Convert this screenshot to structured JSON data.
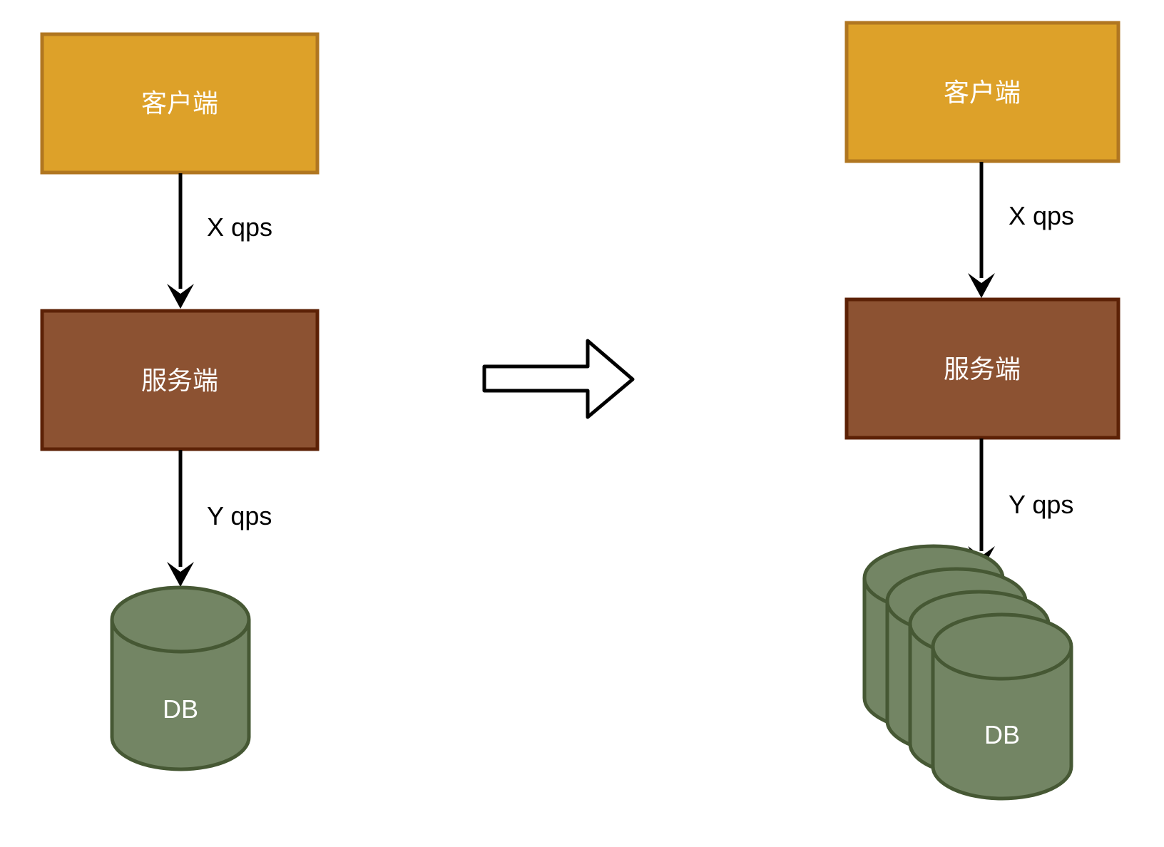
{
  "colors": {
    "client_fill": "#DDA129",
    "client_stroke": "#B07620",
    "server_fill": "#8C5232",
    "server_stroke": "#5C2106",
    "db_fill": "#738564",
    "db_stroke": "#465834",
    "edge": "#000000",
    "text_on_shape": "#ffffff"
  },
  "left": {
    "client_label": "客户端",
    "server_label": "服务端",
    "db_label": "DB",
    "edge_client_server": "X qps",
    "edge_server_db": "Y qps"
  },
  "transition_arrow": "right-arrow",
  "right": {
    "client_label": "客户端",
    "server_label": "服务端",
    "db_label": "DB",
    "db_count": 4,
    "edge_client_server": "X qps",
    "edge_server_db": "Y qps"
  }
}
